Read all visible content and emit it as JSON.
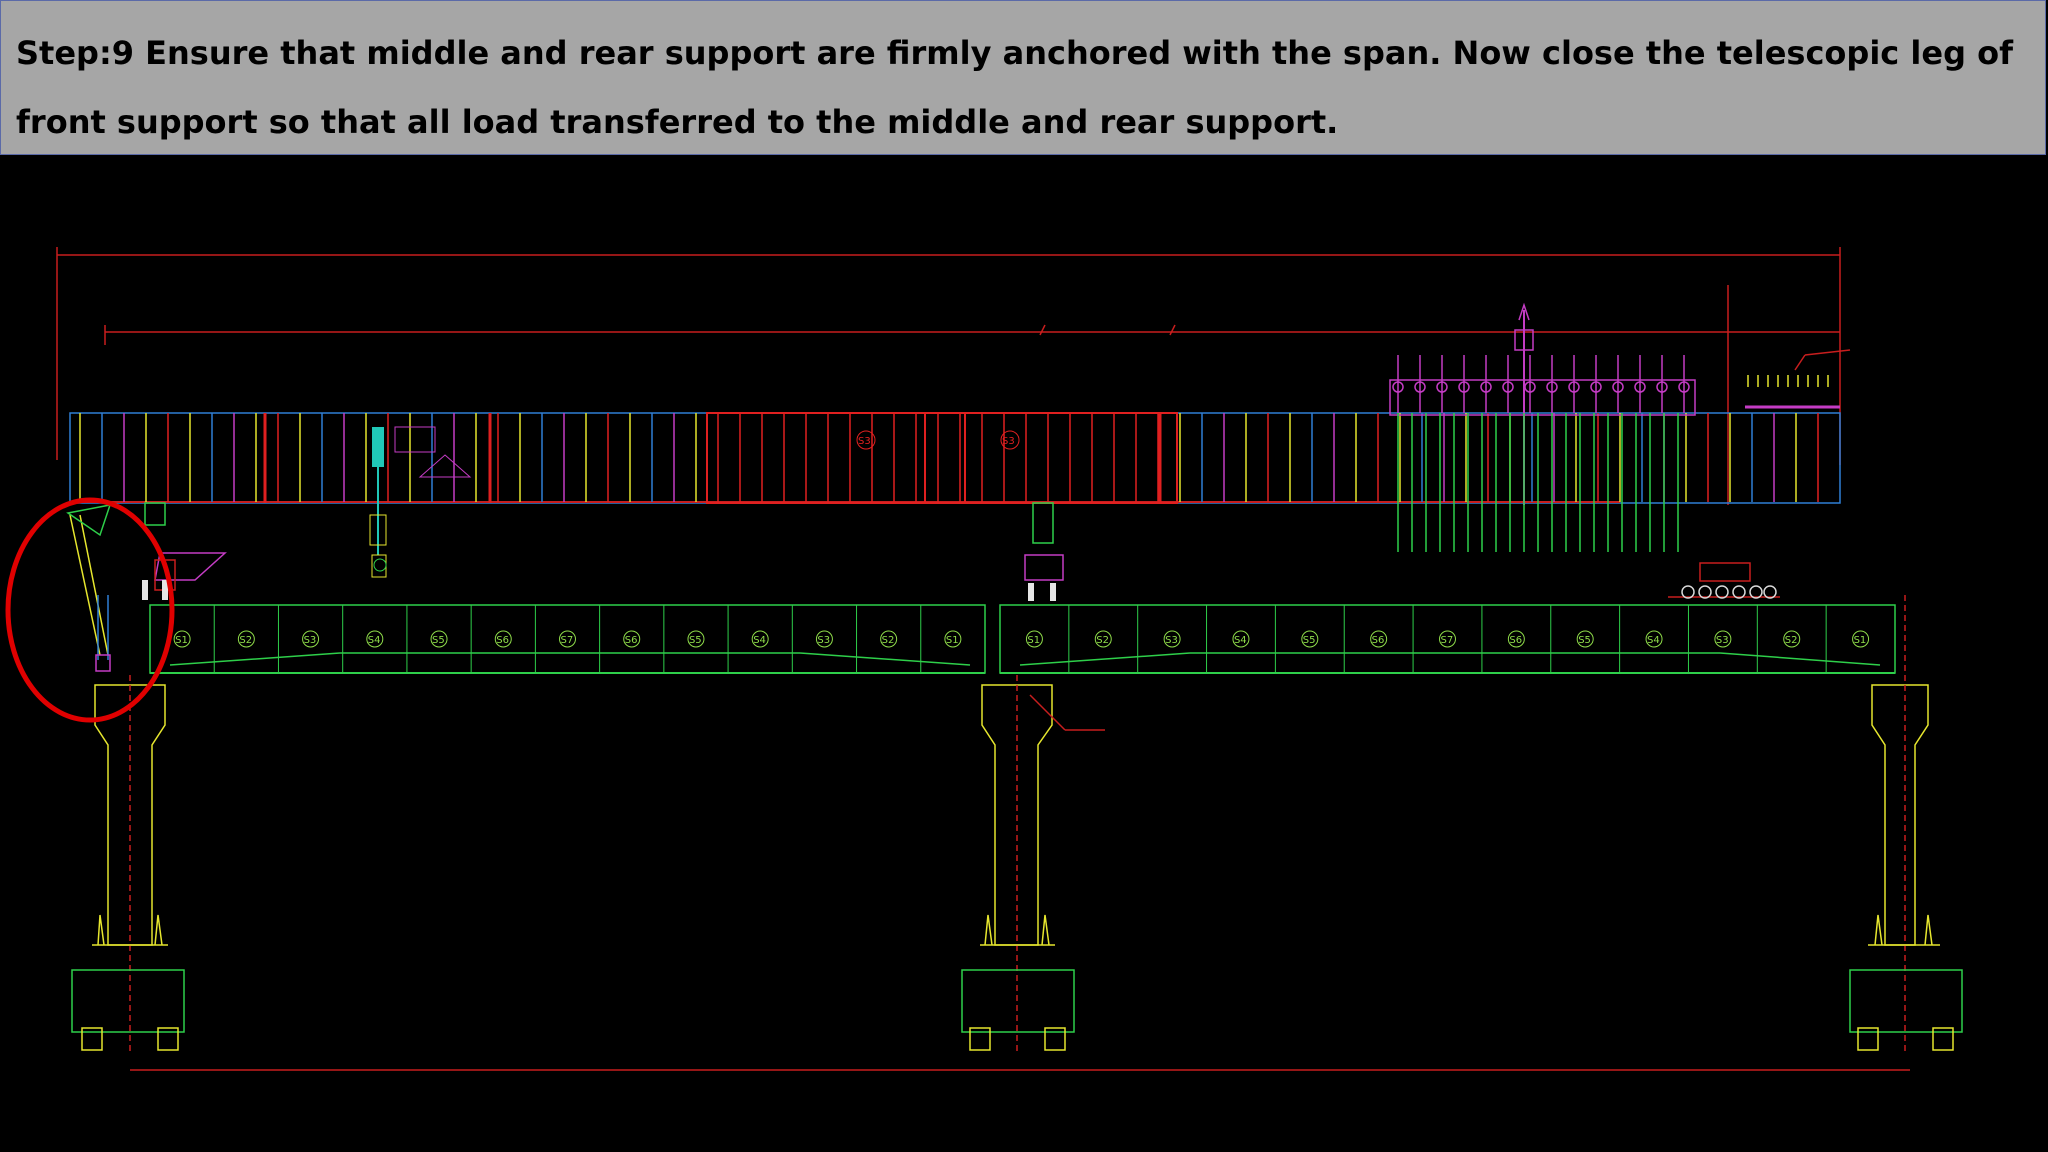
{
  "caption": {
    "text": "Step:9 Ensure that middle and rear support are firmly anchored with the span. Now close the telescopic leg of front support so that all load transferred to the middle and rear support."
  },
  "drawing": {
    "span_1_segment_labels": [
      "S1",
      "S2",
      "S3",
      "S4",
      "S5",
      "S6",
      "S7",
      "S6",
      "S5",
      "S4",
      "S3",
      "S2",
      "S1"
    ],
    "span_2_segment_labels": [
      "S1",
      "S2",
      "S3",
      "S4",
      "S5",
      "S6",
      "S7",
      "S6",
      "S5",
      "S4",
      "S3",
      "S2",
      "S1"
    ],
    "girder_tags": [
      "S3",
      "S3"
    ],
    "colors": {
      "background": "#000000",
      "dimension_red": "#c81e1e",
      "pier_yellow": "#e6e62e",
      "girder_green": "#2ecf4a",
      "truss_magenta": "#c43cc4",
      "highlight_circle": "#e00000",
      "banner": "#a6a6a6"
    }
  }
}
